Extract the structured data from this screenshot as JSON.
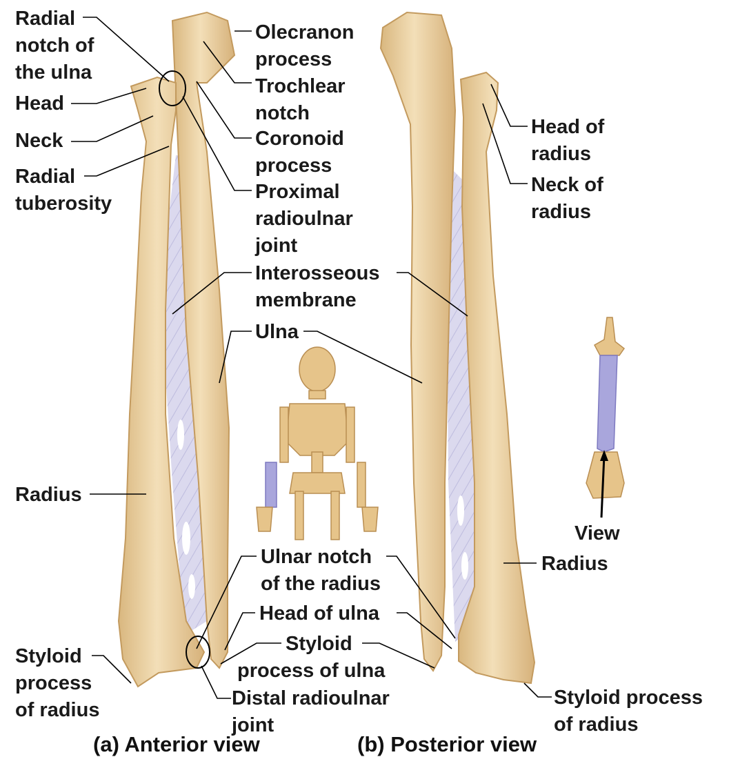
{
  "labels": {
    "radial_notch": [
      "Radial",
      "notch of",
      "the ulna"
    ],
    "head": "Head",
    "neck": "Neck",
    "radial_tuberosity": [
      "Radial",
      "tuberosity"
    ],
    "olecranon": [
      "Olecranon",
      "process"
    ],
    "trochlear": [
      "Trochlear",
      "notch"
    ],
    "coronoid": [
      "Coronoid",
      "process"
    ],
    "proximal_joint": [
      "Proximal",
      "radioulnar",
      "joint"
    ],
    "interosseous": [
      "Interosseous",
      "membrane"
    ],
    "ulna": "Ulna",
    "radius_a": "Radius",
    "ulnar_notch": [
      "Ulnar notch",
      "of the radius"
    ],
    "head_of_ulna": "Head of ulna",
    "styloid_ulna": [
      "Styloid",
      "process of ulna"
    ],
    "distal_joint": [
      "Distal radioulnar",
      "joint"
    ],
    "styloid_radius_a": [
      "Styloid",
      "process",
      "of radius"
    ],
    "head_of_radius": [
      "Head of",
      "radius"
    ],
    "neck_of_radius": [
      "Neck of",
      "radius"
    ],
    "view": "View",
    "radius_b": "Radius",
    "styloid_radius_b": [
      "Styloid process",
      "of radius"
    ]
  },
  "captions": {
    "anterior": "(a) Anterior view",
    "posterior": "(b) Posterior view"
  },
  "colors": {
    "bone": "#ecd2a4",
    "bone_shadow": "#c9a36a",
    "membrane": "#c9c6e4",
    "highlight": "#a9a6dc",
    "leader": "#000000"
  }
}
